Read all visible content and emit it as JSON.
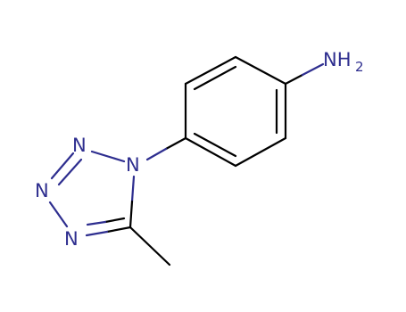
{
  "molecule": {
    "atom_labels": {
      "amine": "NH",
      "amine_subscript": "2",
      "n1": "N",
      "n2": "N",
      "n3": "N",
      "n4": "N"
    },
    "colors": {
      "bond": "#000000",
      "heteroatom": "#2e2e8f",
      "background": "#ffffff"
    }
  }
}
